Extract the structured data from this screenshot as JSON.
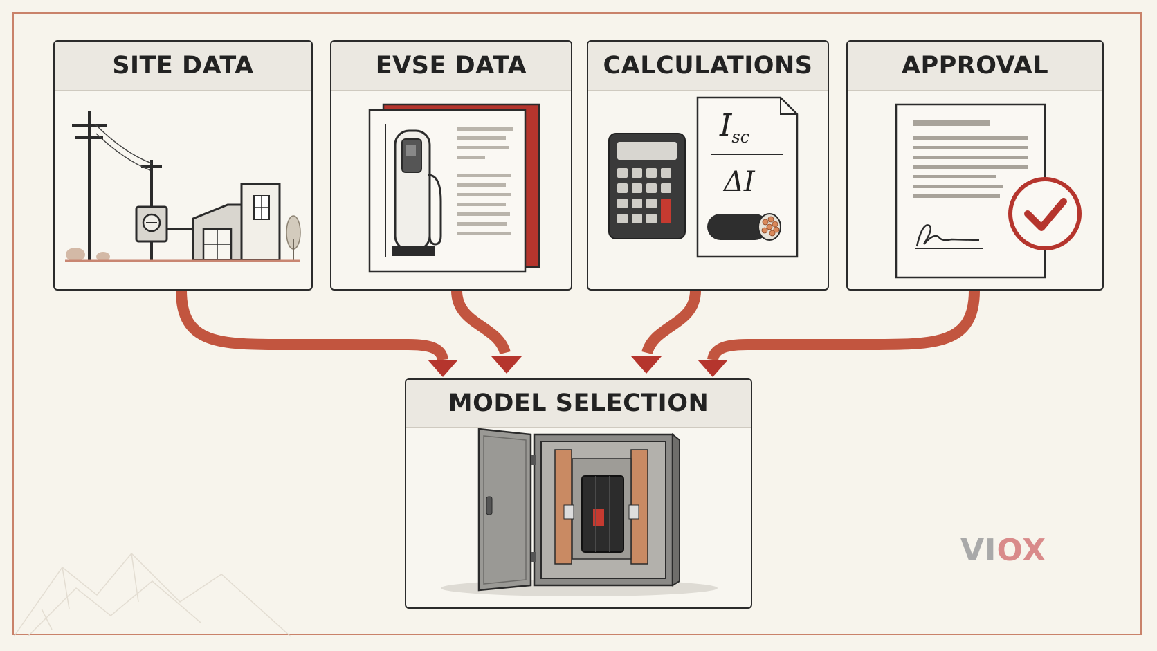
{
  "steps": [
    {
      "title": "SITE DATA"
    },
    {
      "title": "EVSE DATA"
    },
    {
      "title": "CALCULATIONS"
    },
    {
      "title": "APPROVAL"
    }
  ],
  "result": {
    "title": "MODEL SELECTION"
  },
  "formulas": {
    "isc_main": "I",
    "isc_sub": "sc",
    "delta_i": "ΔI"
  },
  "brand": {
    "part1": "VI",
    "part2": "OX"
  },
  "colors": {
    "accent": "#b5352d",
    "arrow": "#c0503a",
    "border": "#2b2b2b",
    "background": "#f7f4ec"
  }
}
